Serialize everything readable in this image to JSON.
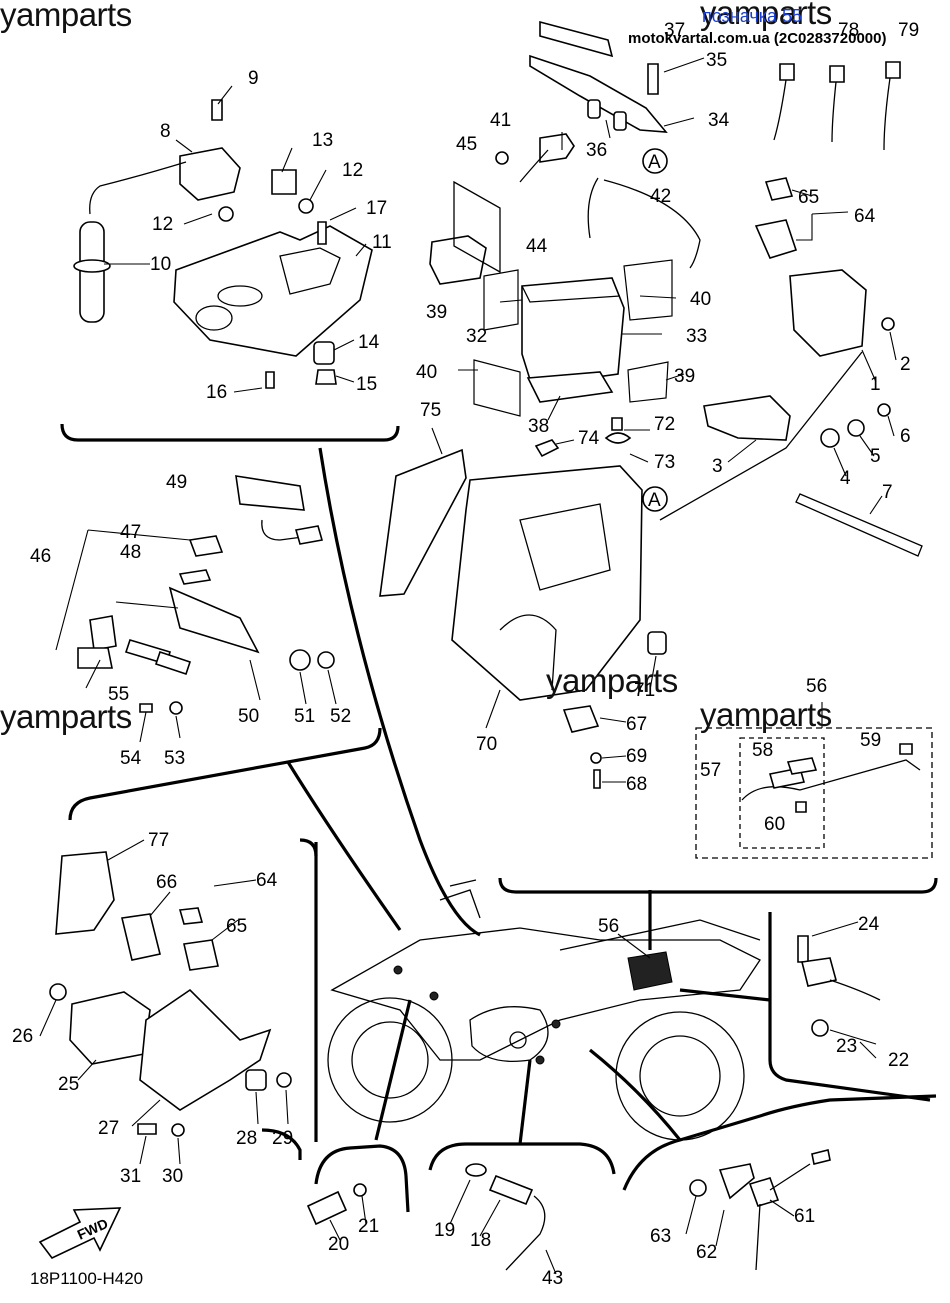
{
  "overlay": {
    "badge_text": "позначка 55",
    "site_text": "motokvartal.com.ua (2C0283720000)",
    "badge_color": "#1a3fd6"
  },
  "watermarks": [
    "yamparts",
    "yamparts",
    "yamparts",
    "yamparts",
    "yamparts"
  ],
  "drawing_code": "18P1100-H420",
  "fwd_label": "FWD",
  "callout_letters": [
    "A",
    "A"
  ],
  "part_labels": [
    "1",
    "2",
    "3",
    "4",
    "5",
    "6",
    "7",
    "8",
    "9",
    "10",
    "11",
    "12",
    "12",
    "13",
    "14",
    "15",
    "16",
    "17",
    "18",
    "19",
    "20",
    "21",
    "22",
    "23",
    "24",
    "25",
    "26",
    "27",
    "28",
    "29",
    "30",
    "31",
    "32",
    "33",
    "34",
    "35",
    "36",
    "37",
    "38",
    "39",
    "39",
    "40",
    "40",
    "41",
    "42",
    "43",
    "44",
    "45",
    "46",
    "47",
    "48",
    "49",
    "50",
    "51",
    "52",
    "53",
    "54",
    "55",
    "56",
    "56",
    "57",
    "58",
    "59",
    "60",
    "61",
    "62",
    "63",
    "64",
    "64",
    "65",
    "65",
    "66",
    "67",
    "68",
    "69",
    "70",
    "71",
    "72",
    "73",
    "74",
    "75",
    "77",
    "78",
    "79"
  ]
}
